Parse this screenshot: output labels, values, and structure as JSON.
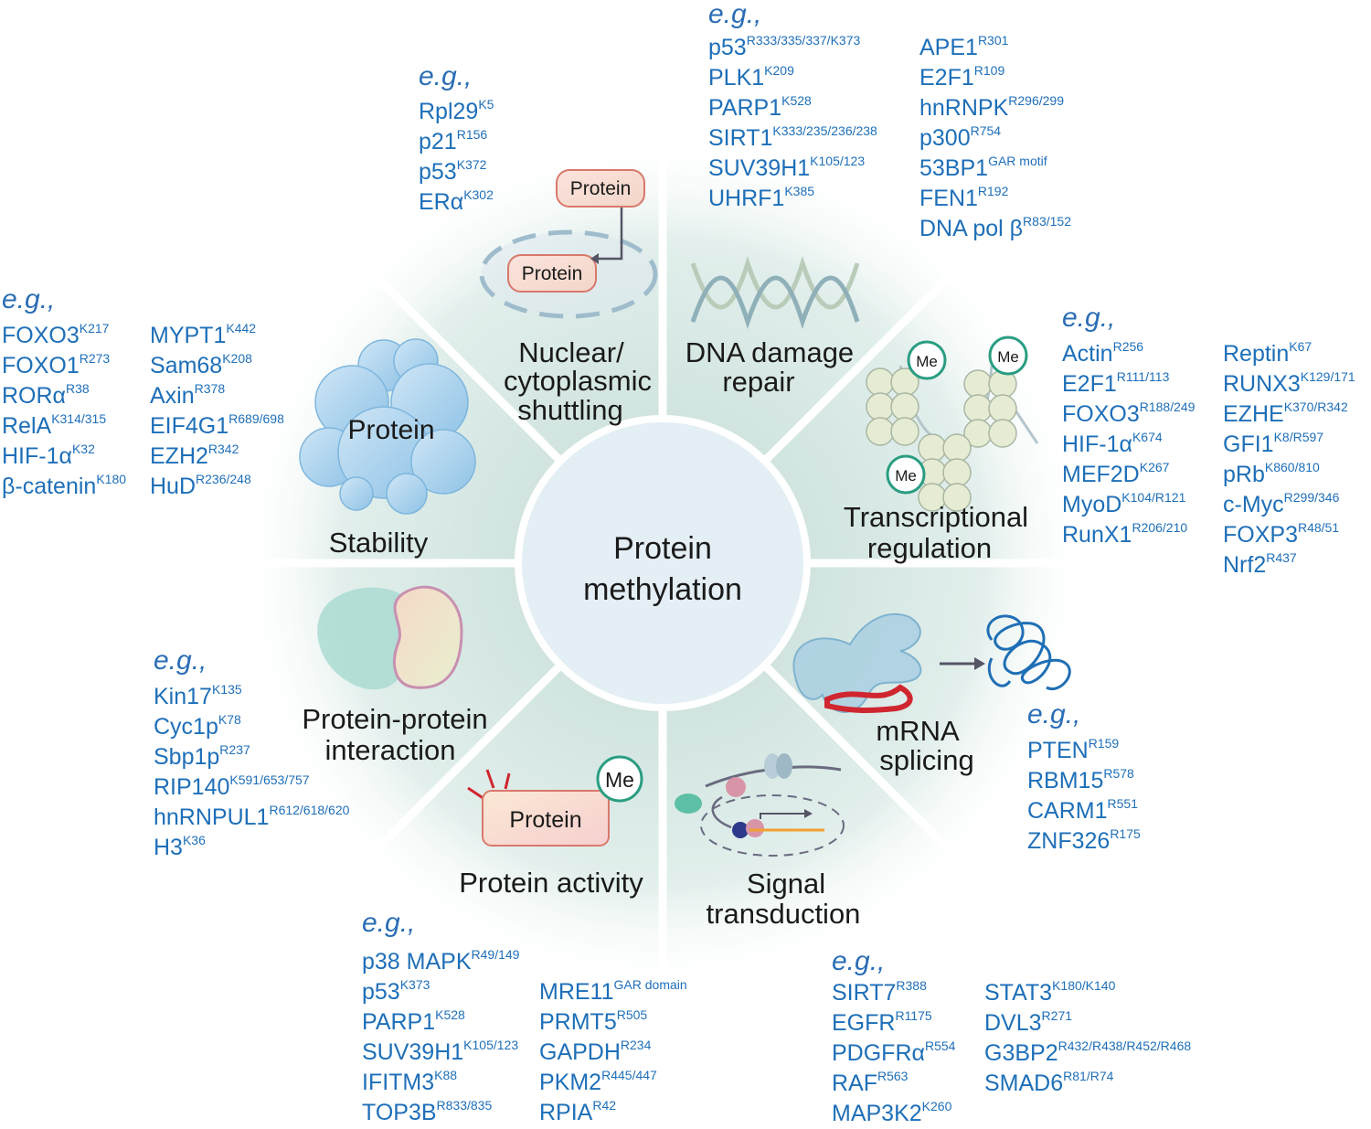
{
  "center": {
    "line1": "Protein",
    "line2": "methylation"
  },
  "eg_label": "e.g.,",
  "sectors": {
    "nuclear": {
      "title_lines": [
        "Nuclear/",
        "cytoplasmic",
        "shuttling"
      ],
      "icon_labels": [
        "Protein",
        "Protein"
      ]
    },
    "dna": {
      "title_lines": [
        "DNA damage",
        "repair"
      ]
    },
    "transcription": {
      "title_lines": [
        "Transcriptional",
        "regulation"
      ],
      "icon_labels": [
        "Me",
        "Me",
        "Me"
      ]
    },
    "mrna": {
      "title_lines": [
        "mRNA",
        "splicing"
      ]
    },
    "signal": {
      "title_lines": [
        "Signal",
        "transduction"
      ]
    },
    "activity": {
      "title_lines": [
        "Protein activity"
      ],
      "icon_labels": [
        "Protein",
        "Me"
      ]
    },
    "ppi": {
      "title_lines": [
        "Protein-protein",
        "interaction"
      ]
    },
    "stability": {
      "title_lines": [
        "Stability"
      ],
      "icon_labels": [
        "Protein"
      ]
    }
  },
  "examples": {
    "nuclear": [
      {
        "name": "Rpl29",
        "site": "K5"
      },
      {
        "name": "p21",
        "site": "R156"
      },
      {
        "name": "p53",
        "site": "K372"
      },
      {
        "name": "ERα",
        "site": "K302"
      }
    ],
    "dna_col1": [
      {
        "name": "p53",
        "site": "R333/335/337/K373"
      },
      {
        "name": "PLK1",
        "site": "K209"
      },
      {
        "name": "PARP1",
        "site": "K528"
      },
      {
        "name": "SIRT1",
        "site": "K333/235/236/238"
      },
      {
        "name": "SUV39H1",
        "site": "K105/123"
      },
      {
        "name": "UHRF1",
        "site": "K385"
      }
    ],
    "dna_col2": [
      {
        "name": "APE1",
        "site": "R301"
      },
      {
        "name": "E2F1",
        "site": "R109"
      },
      {
        "name": "hnRNPK",
        "site": "R296/299"
      },
      {
        "name": "p300",
        "site": "R754"
      },
      {
        "name": "53BP1",
        "site": "GAR motif"
      },
      {
        "name": "FEN1",
        "site": "R192"
      },
      {
        "name": "DNA pol β",
        "site": "R83/152"
      }
    ],
    "transcription_col1": [
      {
        "name": "Actin",
        "site": "R256"
      },
      {
        "name": "E2F1",
        "site": "R111/113"
      },
      {
        "name": "FOXO3",
        "site": "R188/249"
      },
      {
        "name": "HIF-1α",
        "site": "K674"
      },
      {
        "name": "MEF2D",
        "site": "K267"
      },
      {
        "name": "MyoD",
        "site": "K104/R121"
      },
      {
        "name": "RunX1",
        "site": "R206/210"
      }
    ],
    "transcription_col2": [
      {
        "name": "Reptin",
        "site": "K67"
      },
      {
        "name": "RUNX3",
        "site": "K129/171"
      },
      {
        "name": "EZHE",
        "site": "K370/R342"
      },
      {
        "name": "GFI1",
        "site": "K8/R597"
      },
      {
        "name": "pRb",
        "site": "K860/810"
      },
      {
        "name": "c-Myc",
        "site": "R299/346"
      },
      {
        "name": "FOXP3",
        "site": "R48/51"
      },
      {
        "name": "Nrf2",
        "site": "R437"
      }
    ],
    "mrna": [
      {
        "name": "PTEN",
        "site": "R159"
      },
      {
        "name": "RBM15",
        "site": "R578"
      },
      {
        "name": "CARM1",
        "site": "R551"
      },
      {
        "name": "ZNF326",
        "site": "R175"
      }
    ],
    "signal_col1": [
      {
        "name": "SIRT7",
        "site": "R388"
      },
      {
        "name": "EGFR",
        "site": "R1175"
      },
      {
        "name": "PDGFRα",
        "site": "R554"
      },
      {
        "name": "RAF",
        "site": "R563"
      },
      {
        "name": "MAP3K2",
        "site": "K260"
      }
    ],
    "signal_col2": [
      {
        "name": "STAT3",
        "site": "K180/K140"
      },
      {
        "name": "DVL3",
        "site": "R271"
      },
      {
        "name": "G3BP2",
        "site": "R432/R438/R452/R468"
      },
      {
        "name": "SMAD6",
        "site": "R81/R74"
      }
    ],
    "activity_col1": [
      {
        "name": "p38 MAPK",
        "site": "R49/149"
      },
      {
        "name": "p53",
        "site": "K373"
      },
      {
        "name": "PARP1",
        "site": "K528"
      },
      {
        "name": "SUV39H1",
        "site": "K105/123"
      },
      {
        "name": "IFITM3",
        "site": "K88"
      },
      {
        "name": "TOP3B",
        "site": "R833/835"
      }
    ],
    "activity_col2": [
      {
        "name": "MRE11",
        "site": "GAR domain"
      },
      {
        "name": "PRMT5",
        "site": "R505"
      },
      {
        "name": "GAPDH",
        "site": "R234"
      },
      {
        "name": "PKM2",
        "site": "R445/447"
      },
      {
        "name": "RPIA",
        "site": "R42"
      }
    ],
    "ppi": [
      {
        "name": "Kin17",
        "site": "K135"
      },
      {
        "name": "Cyc1p",
        "site": "K78"
      },
      {
        "name": "Sbp1p",
        "site": "R237"
      },
      {
        "name": "RIP140",
        "site": "K591/653/757"
      },
      {
        "name": "hnRNPUL1",
        "site": "R612/618/620"
      },
      {
        "name": "H3",
        "site": "K36"
      }
    ],
    "stability_col1": [
      {
        "name": "FOXO3",
        "site": "K217"
      },
      {
        "name": "FOXO1",
        "site": "R273"
      },
      {
        "name": "RORα",
        "site": "R38"
      },
      {
        "name": "RelA",
        "site": "K314/315"
      },
      {
        "name": "HIF-1α",
        "site": "K32"
      },
      {
        "name": "β-catenin",
        "site": "K180"
      }
    ],
    "stability_col2": [
      {
        "name": "MYPT1",
        "site": "K442"
      },
      {
        "name": "Sam68",
        "site": "K208"
      },
      {
        "name": "Axin",
        "site": "R378"
      },
      {
        "name": "EIF4G1",
        "site": "R689/698"
      },
      {
        "name": "EZH2",
        "site": "R342"
      },
      {
        "name": "HuD",
        "site": "R236/248"
      }
    ]
  },
  "colors": {
    "text_blue": "#1e6fb8",
    "eg_blue": "#2a6db5",
    "sector_fill": "#dcebe6",
    "center_fill": "#e4eef5",
    "divider": "#ffffff"
  }
}
